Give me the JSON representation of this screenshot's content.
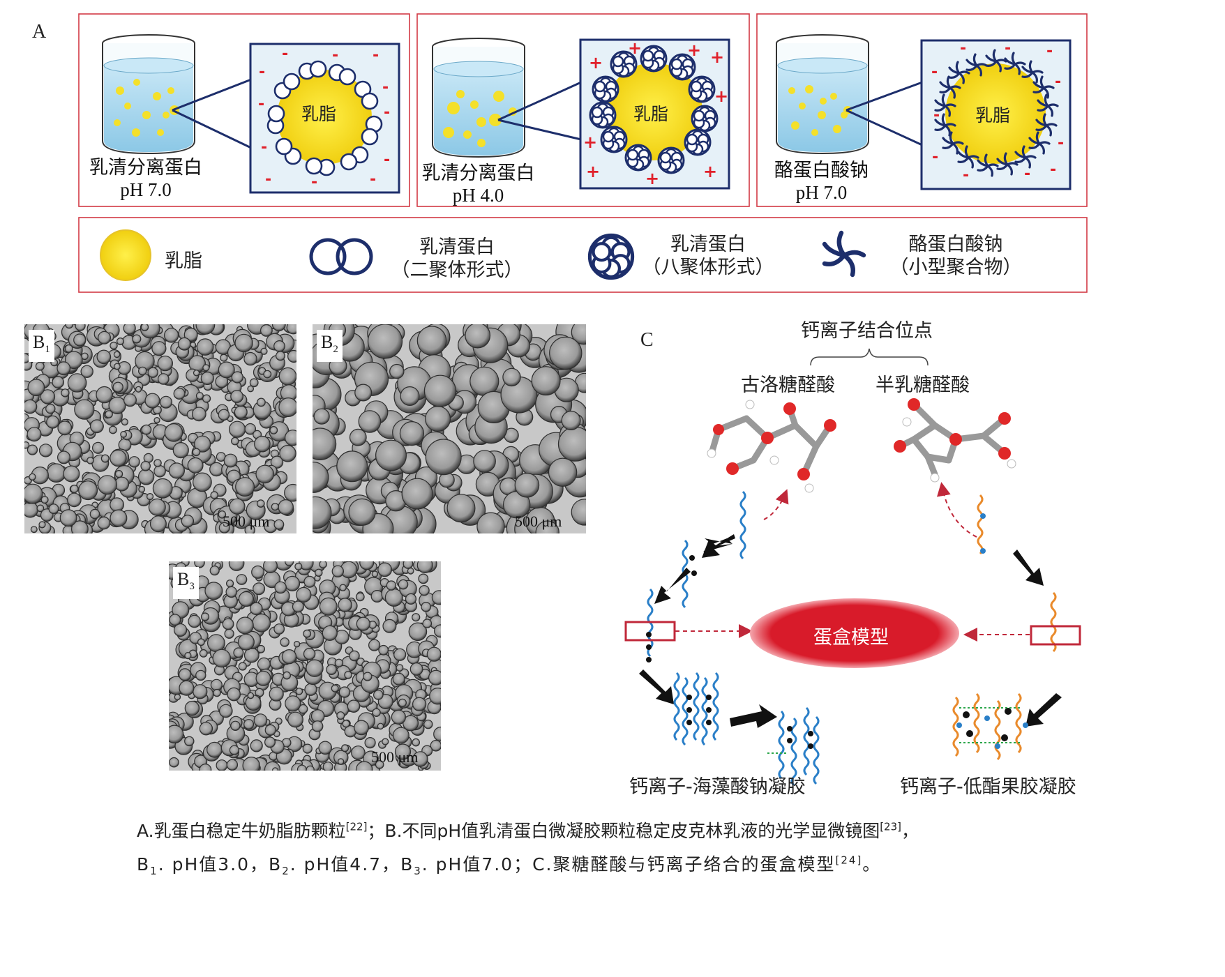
{
  "panelA": {
    "label": "A",
    "scenes": [
      {
        "sub1": "乳清分离蛋白",
        "sub2": "pH 7.0",
        "core": "乳脂",
        "charge": "-"
      },
      {
        "sub1": "乳清分离蛋白",
        "sub2": "pH 4.0",
        "core": "乳脂",
        "charge": "+"
      },
      {
        "sub1": "酪蛋白酸钠",
        "sub2": "pH 7.0",
        "core": "乳脂",
        "charge": "-"
      }
    ],
    "legend": [
      {
        "line1": "乳脂",
        "line2": ""
      },
      {
        "line1": "乳清蛋白",
        "line2": "（二聚体形式）"
      },
      {
        "line1": "乳清蛋白",
        "line2": "（八聚体形式）"
      },
      {
        "line1": "酪蛋白酸钠",
        "line2": "（小型聚合物）"
      }
    ]
  },
  "panelB": {
    "images": [
      {
        "label": "B",
        "sub": "1",
        "scale": "500 μm"
      },
      {
        "label": "B",
        "sub": "2",
        "scale": "500 μm"
      },
      {
        "label": "B",
        "sub": "3",
        "scale": "500 μm"
      }
    ]
  },
  "panelC": {
    "label": "C",
    "top": "钙离子结合位点",
    "left_acid": "古洛糖醛酸",
    "right_acid": "半乳糖醛酸",
    "center": "蛋盒模型",
    "bottom_left": "钙离子-海藻酸钠凝胶",
    "bottom_right": "钙离子-低酯果胶凝胶"
  },
  "caption": {
    "line1": "A.乳蛋白稳定牛奶脂肪颗粒",
    "ref1": "[22]",
    "line1b": "；B.不同pH值乳清蛋白微凝胶颗粒稳定皮克林乳液的光学显微镜图",
    "ref2": "[23]",
    "line1c": "，",
    "b1": "B",
    "b1s": "1",
    "b1t": ". pH值3.0，",
    "b2": "B",
    "b2s": "2",
    "b2t": ". pH值4.7，",
    "b3": "B",
    "b3s": "3",
    "b3t": ". pH值7.0；C.聚糖醛酸与钙离子络合的蛋盒模型",
    "ref3": "[24]",
    "end": "。"
  },
  "colors": {
    "frame": "#d23a45",
    "fat": "#f2d51d",
    "liquid": "#a9d7ee",
    "navy": "#1d2e6b",
    "plus": "#e0202a"
  }
}
